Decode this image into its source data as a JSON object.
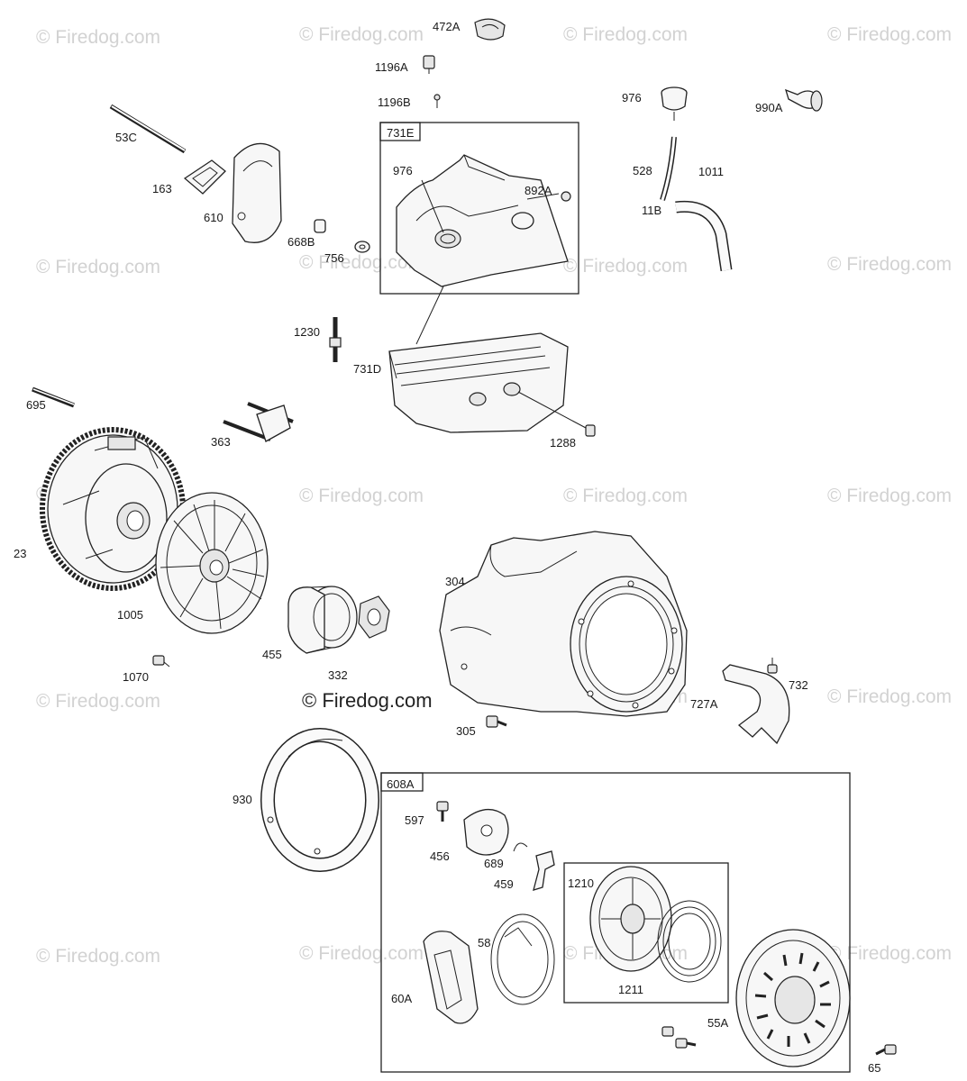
{
  "watermark": {
    "text": "© Firedog.com",
    "main": "© Firedog.com"
  },
  "labels": {
    "l472A": "472A",
    "l1196A": "1196A",
    "l1196B": "1196B",
    "l976a": "976",
    "l990A": "990A",
    "l53C": "53C",
    "l163": "163",
    "l610": "610",
    "l731E": "731E",
    "l976b": "976",
    "l892A": "892A",
    "l528": "528",
    "l1011": "1011",
    "l11B": "11B",
    "l668B": "668B",
    "l756": "756",
    "l1230": "1230",
    "l731D": "731D",
    "l1288": "1288",
    "l695": "695",
    "l363": "363",
    "l23": "23",
    "l1005": "1005",
    "l304": "304",
    "l455": "455",
    "l332": "332",
    "l1070": "1070",
    "l727A": "727A",
    "l732": "732",
    "l305": "305",
    "l930": "930",
    "l608A": "608A",
    "l597": "597",
    "l456": "456",
    "l689": "689",
    "l459": "459",
    "l1210": "1210",
    "l58": "58",
    "l60A": "60A",
    "l1211": "1211",
    "l55A": "55A",
    "l65": "65"
  }
}
